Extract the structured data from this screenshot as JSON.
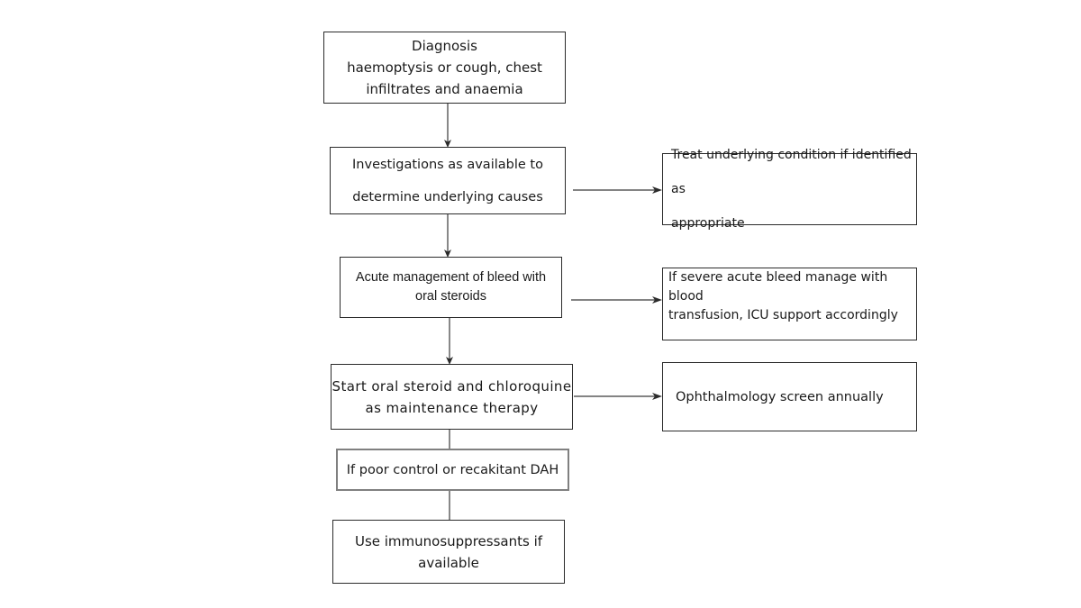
{
  "diagram": {
    "title": "Diffuse alveolar haemorrhage management flowchart",
    "background_color": "#ffffff",
    "line_color": "#3a3a3a",
    "text_color": "#1a1a1a",
    "border_color_thin": "#2b2b2b",
    "border_color_gray": "#808080"
  },
  "nodes": {
    "diagnosis": {
      "text": "Diagnosis\nhaemoptysis or cough, chest\ninfiltrates and anaemia"
    },
    "investigations": {
      "text": "Investigations as available to\ndetermine underlying causes"
    },
    "treat_underlying": {
      "text": "Treat underlying condition if identified as\nappropriate"
    },
    "acute_management": {
      "text": "Acute management of bleed with\noral steroids"
    },
    "severe_bleed": {
      "text": "If severe acute bleed manage with blood\ntransfusion, ICU support accordingly"
    },
    "maintenance": {
      "text": "Start oral steroid and chloroquine\nas maintenance therapy"
    },
    "ophthalmology": {
      "text": "Ophthalmology screen annually"
    },
    "poor_control": {
      "text": "If poor control or recakitant DAH"
    },
    "immunosuppressants": {
      "text": "Use immunosuppressants if\navailable"
    }
  }
}
